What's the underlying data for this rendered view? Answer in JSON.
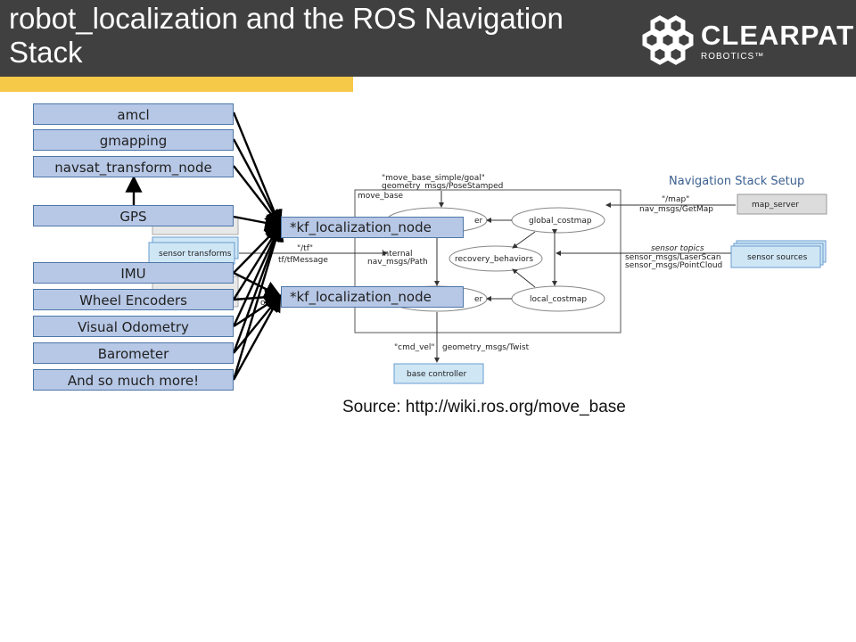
{
  "slide": {
    "title": "robot_localization and the ROS Navigation Stack",
    "logo_word": "CLEARPATH",
    "logo_sub": "ROBOTICS™",
    "source_caption": "Source: http://wiki.ros.org/move_base"
  },
  "inputs": [
    {
      "label": "amcl"
    },
    {
      "label": "gmapping"
    },
    {
      "label": "navsat_transform_node"
    },
    {
      "label": "GPS"
    },
    {
      "label": "IMU"
    },
    {
      "label": "Wheel Encoders"
    },
    {
      "label": "Visual Odometry"
    },
    {
      "label": "Barometer"
    },
    {
      "label": "And so much more!"
    }
  ],
  "kf_nodes": [
    {
      "label": "*kf_localization_node"
    },
    {
      "label": "*kf_localization_node"
    }
  ],
  "nav_stack": {
    "title": "Navigation Stack Setup",
    "goal_topic": "\"move_base_simple/goal\"",
    "goal_type": "geometry_msgs/PoseStamped",
    "container_label": "move_base",
    "global_planner_suffix": "er",
    "local_planner_suffix": "er",
    "global_costmap": "global_costmap",
    "local_costmap": "local_costmap",
    "recovery": "recovery_behaviors",
    "internal_1": "internal",
    "internal_2": "nav_msgs/Path",
    "tf_topic": "\"/tf\"",
    "tf_type": "tf/tfMessage",
    "map_topic": "\"/map\"",
    "map_type": "nav_msgs/GetMap",
    "map_server": "map_server",
    "sensor_topics": "sensor topics",
    "laser_type": "sensor_msgs/LaserScan",
    "cloud_type": "sensor_msgs/PointCloud",
    "sensor_sources": "sensor sources",
    "sensor_transforms": "sensor transforms",
    "cmd_vel_topic": "\"cmd_vel\"",
    "cmd_vel_type": "geometry_msgs/Twist",
    "base_controller": "base controller",
    "odom_fragment": "o"
  }
}
